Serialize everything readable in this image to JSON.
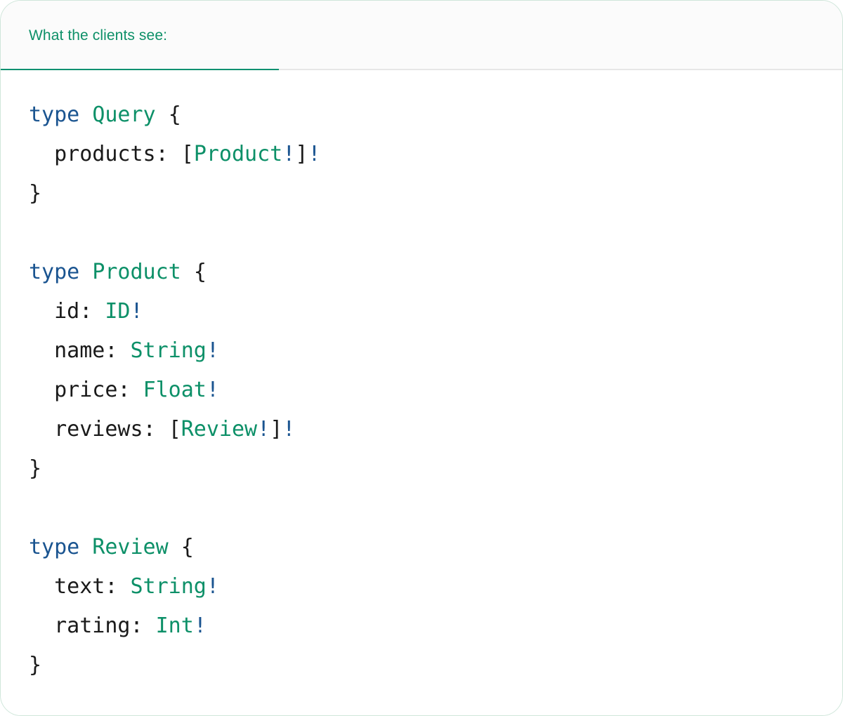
{
  "panel": {
    "accent_green": "#0d9068",
    "underline_green": "#0f9170",
    "keyword_blue": "#1a5490",
    "text_black": "#1a1a1a",
    "header_bg": "#fbfbfb",
    "body_bg": "#ffffff",
    "border": "#cfe6da"
  },
  "tab": {
    "label": "What the clients see:",
    "active": true
  },
  "code": {
    "language": "graphql",
    "lines": [
      {
        "id": "line-query-open",
        "tokens": [
          {
            "text": "type",
            "kind": "kw"
          },
          {
            "text": " ",
            "kind": "punct"
          },
          {
            "text": "Query",
            "kind": "type"
          },
          {
            "text": " ",
            "kind": "punct"
          },
          {
            "text": "{",
            "kind": "punct"
          }
        ]
      },
      {
        "id": "line-query-products",
        "tokens": [
          {
            "text": "  products",
            "kind": "name"
          },
          {
            "text": ": ",
            "kind": "punct"
          },
          {
            "text": "[",
            "kind": "punct"
          },
          {
            "text": "Product",
            "kind": "type"
          },
          {
            "text": "!",
            "kind": "bang"
          },
          {
            "text": "]",
            "kind": "punct"
          },
          {
            "text": "!",
            "kind": "bang"
          }
        ]
      },
      {
        "id": "line-query-close",
        "tokens": [
          {
            "text": "}",
            "kind": "punct"
          }
        ]
      },
      {
        "id": "line-blank-1",
        "tokens": []
      },
      {
        "id": "line-product-open",
        "tokens": [
          {
            "text": "type",
            "kind": "kw"
          },
          {
            "text": " ",
            "kind": "punct"
          },
          {
            "text": "Product",
            "kind": "type"
          },
          {
            "text": " ",
            "kind": "punct"
          },
          {
            "text": "{",
            "kind": "punct"
          }
        ]
      },
      {
        "id": "line-product-id",
        "tokens": [
          {
            "text": "  id",
            "kind": "name"
          },
          {
            "text": ": ",
            "kind": "punct"
          },
          {
            "text": "ID",
            "kind": "type"
          },
          {
            "text": "!",
            "kind": "bang"
          }
        ]
      },
      {
        "id": "line-product-name",
        "tokens": [
          {
            "text": "  name",
            "kind": "name"
          },
          {
            "text": ": ",
            "kind": "punct"
          },
          {
            "text": "String",
            "kind": "type"
          },
          {
            "text": "!",
            "kind": "bang"
          }
        ]
      },
      {
        "id": "line-product-price",
        "tokens": [
          {
            "text": "  price",
            "kind": "name"
          },
          {
            "text": ": ",
            "kind": "punct"
          },
          {
            "text": "Float",
            "kind": "type"
          },
          {
            "text": "!",
            "kind": "bang"
          }
        ]
      },
      {
        "id": "line-product-reviews",
        "tokens": [
          {
            "text": "  reviews",
            "kind": "name"
          },
          {
            "text": ": ",
            "kind": "punct"
          },
          {
            "text": "[",
            "kind": "punct"
          },
          {
            "text": "Review",
            "kind": "type"
          },
          {
            "text": "!",
            "kind": "bang"
          },
          {
            "text": "]",
            "kind": "punct"
          },
          {
            "text": "!",
            "kind": "bang"
          }
        ]
      },
      {
        "id": "line-product-close",
        "tokens": [
          {
            "text": "}",
            "kind": "punct"
          }
        ]
      },
      {
        "id": "line-blank-2",
        "tokens": []
      },
      {
        "id": "line-review-open",
        "tokens": [
          {
            "text": "type",
            "kind": "kw"
          },
          {
            "text": " ",
            "kind": "punct"
          },
          {
            "text": "Review",
            "kind": "type"
          },
          {
            "text": " ",
            "kind": "punct"
          },
          {
            "text": "{",
            "kind": "punct"
          }
        ]
      },
      {
        "id": "line-review-text",
        "tokens": [
          {
            "text": "  text",
            "kind": "name"
          },
          {
            "text": ": ",
            "kind": "punct"
          },
          {
            "text": "String",
            "kind": "type"
          },
          {
            "text": "!",
            "kind": "bang"
          }
        ]
      },
      {
        "id": "line-review-rating",
        "tokens": [
          {
            "text": "  rating",
            "kind": "name"
          },
          {
            "text": ": ",
            "kind": "punct"
          },
          {
            "text": "Int",
            "kind": "type"
          },
          {
            "text": "!",
            "kind": "bang"
          }
        ]
      },
      {
        "id": "line-review-close",
        "tokens": [
          {
            "text": "}",
            "kind": "punct"
          }
        ]
      }
    ]
  }
}
